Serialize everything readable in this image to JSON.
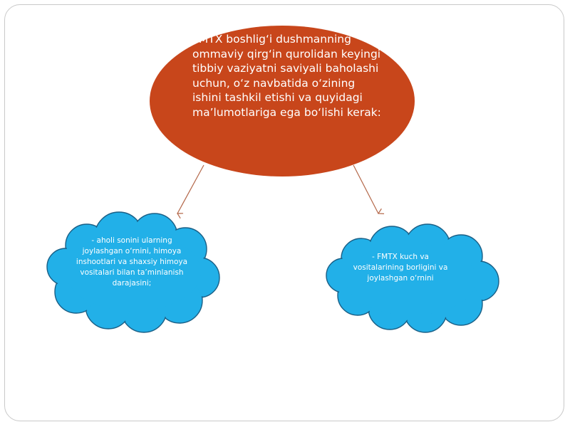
{
  "main_node": {
    "text": "FMTX boshlig‘i dushmanning ommaviy qirg‘in qurolidan keyingi tibbiy vaziyatni saviyali baholashi uchun, o‘z navbatida o‘zining ishini tashkil etishi va quyidagi ma’lumotlariga ega bo‘lishi kerak:",
    "fill_color": "#c8461b"
  },
  "clouds": [
    {
      "text": "- aholi sonini ularning joylashgan o‘rnini, himoya inshootlari va shaxsiy himoya vositalari bilan ta’minlanish darajasini;"
    },
    {
      "text": "- FMTX kuch va vositalarining borligini va joylashgan o‘rnini"
    }
  ],
  "colors": {
    "cloud_fill": "#22b0e8",
    "cloud_outline": "#1a5f86",
    "arrow": "#b4684a",
    "frame": "#c9c9c9"
  }
}
